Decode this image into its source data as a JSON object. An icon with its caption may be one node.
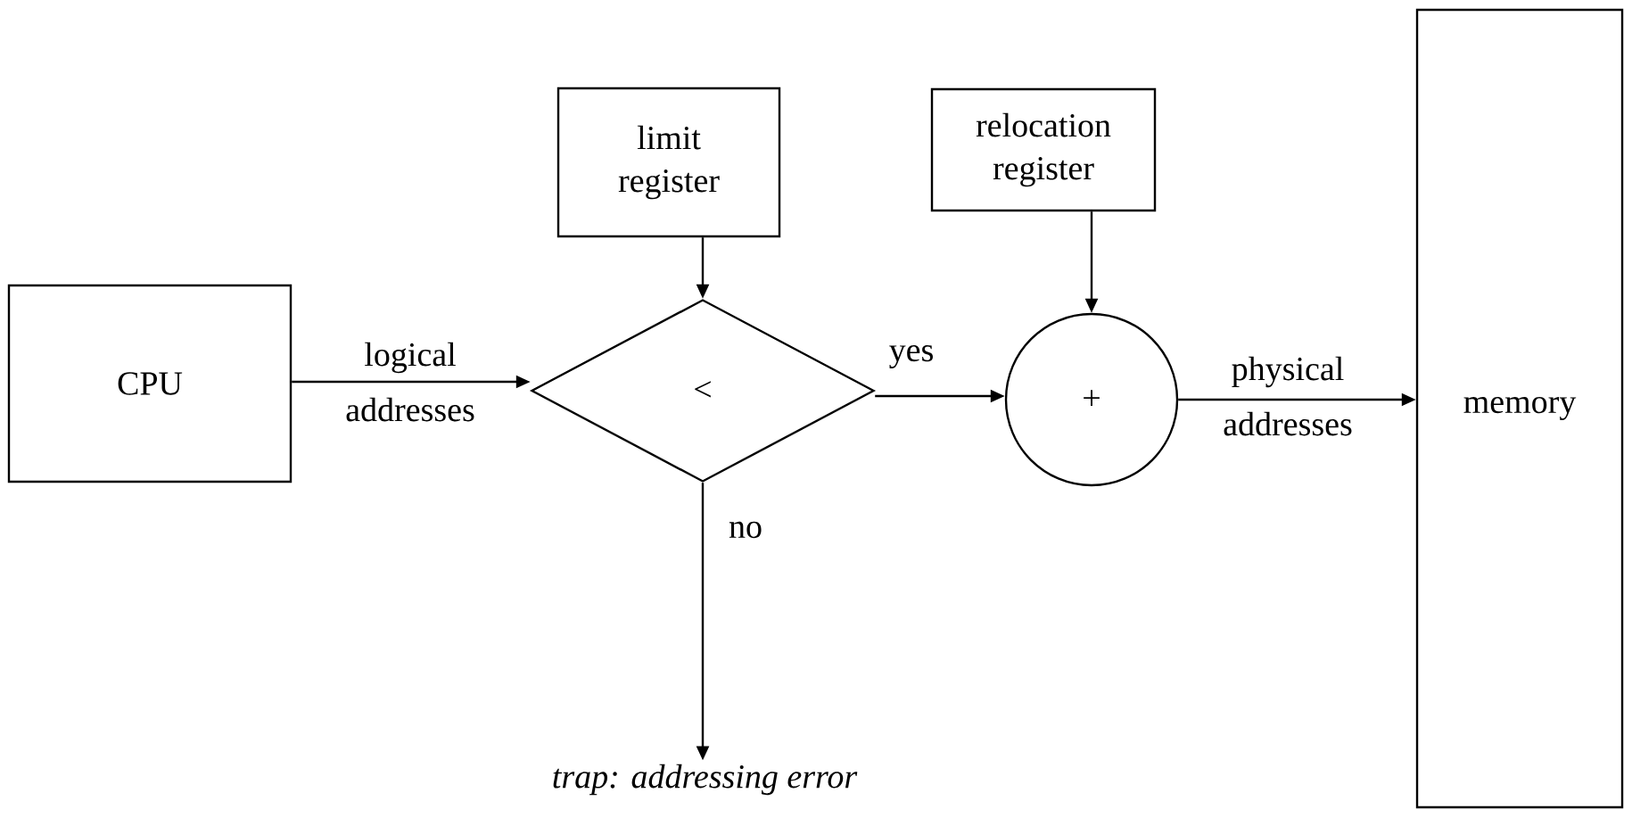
{
  "diagram": {
    "nodes": [
      {
        "text": [
          "limit register"
        ]
      },
      {
        "text": [
          "relocation register"
        ]
      },
      {
        "text": [
          "CPU"
        ]
      },
      {
        "text": [
          "<"
        ]
      },
      {
        "text": [
          "+"
        ]
      },
      {
        "text": [
          "memory"
        ]
      },
      {
        "text": [
          "trap: addressing error"
        ]
      }
    ],
    "edges": [
      {
        "from": 0,
        "to": 3,
        "arrow": "to"
      },
      {
        "from": 1,
        "to": 4,
        "arrow": "to"
      },
      {
        "from": 2,
        "to": 3,
        "arrow": "to",
        "label": "logical addresses"
      },
      {
        "from": 3,
        "to": 4,
        "arrow": "to",
        "label": "yes"
      },
      {
        "from": 4,
        "to": 5,
        "arrow": "to",
        "label": "physical addresses"
      },
      {
        "from": 3,
        "to": 6,
        "arrow": "to",
        "label": "no"
      }
    ]
  }
}
